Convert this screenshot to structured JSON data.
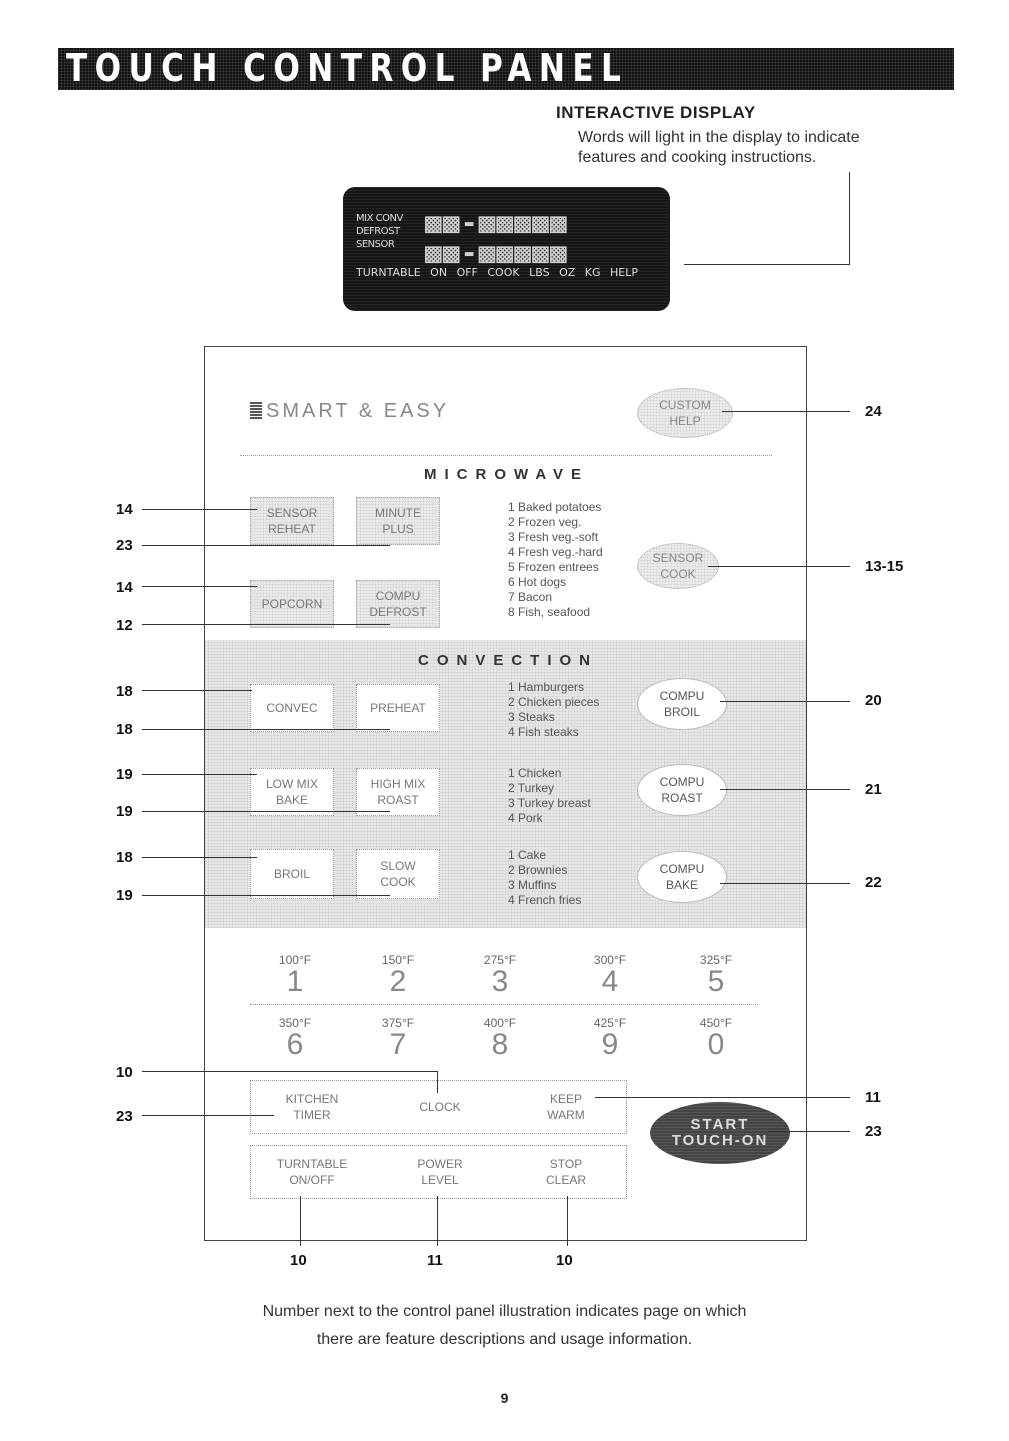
{
  "title": "TOUCH CONTROL PANEL",
  "display": {
    "heading": "INTERACTIVE DISPLAY",
    "desc_line1": "Words will light in the display to indicate",
    "desc_line2": "features and cooking instructions.",
    "left_words": [
      "MIX CONV",
      "DEFROST",
      "SENSOR"
    ],
    "digits_row1": "▩▩-▩▩▩▩▩",
    "digits_row2": "▩▩-▩▩▩▩▩",
    "bottom_words": [
      "TURNTABLE",
      "ON",
      "OFF",
      "COOK",
      "LBS",
      "OZ",
      "KG",
      "HELP"
    ]
  },
  "panel": {
    "brand": "SMART & EASY",
    "custom_help": [
      "CUSTOM",
      "HELP"
    ],
    "microwave_label": "MICROWAVE",
    "sensor_reheat": [
      "SENSOR",
      "REHEAT"
    ],
    "minute_plus": [
      "MINUTE",
      "PLUS"
    ],
    "popcorn": [
      "POPCORN"
    ],
    "compu_defrost": [
      "COMPU",
      "DEFROST"
    ],
    "sensor_cook": [
      "SENSOR",
      "COOK"
    ],
    "sensor_cook_list": [
      "1 Baked potatoes",
      "2 Frozen veg.",
      "3 Fresh veg.-soft",
      "4 Fresh veg.-hard",
      "5 Frozen entrees",
      "6 Hot dogs",
      "7 Bacon",
      "8 Fish, seafood"
    ],
    "convection_label": "CONVECTION",
    "convec": [
      "CONVEC"
    ],
    "preheat": [
      "PREHEAT"
    ],
    "low_mix_bake": [
      "LOW MIX",
      "BAKE"
    ],
    "high_mix_roast": [
      "HIGH MIX",
      "ROAST"
    ],
    "broil": [
      "BROIL"
    ],
    "slow_cook": [
      "SLOW",
      "COOK"
    ],
    "compu_broil": [
      "COMPU",
      "BROIL"
    ],
    "compu_roast": [
      "COMPU",
      "ROAST"
    ],
    "compu_bake": [
      "COMPU",
      "BAKE"
    ],
    "broil_list": [
      "1 Hamburgers",
      "2 Chicken pieces",
      "3 Steaks",
      "4 Fish steaks"
    ],
    "roast_list": [
      "1 Chicken",
      "2 Turkey",
      "3 Turkey breast",
      "4 Pork"
    ],
    "bake_list": [
      "1 Cake",
      "2 Brownies",
      "3 Muffins",
      "4 French fries"
    ],
    "temps_row1": [
      "100°F",
      "150°F",
      "275°F",
      "300°F",
      "325°F"
    ],
    "digits_row1": [
      "1",
      "2",
      "3",
      "4",
      "5"
    ],
    "temps_row2": [
      "350°F",
      "375°F",
      "400°F",
      "425°F",
      "450°F"
    ],
    "digits_row2": [
      "6",
      "7",
      "8",
      "9",
      "0"
    ],
    "kitchen_timer": [
      "KITCHEN",
      "TIMER"
    ],
    "clock": [
      "CLOCK"
    ],
    "keep_warm": [
      "KEEP",
      "WARM"
    ],
    "turntable": [
      "TURNTABLE",
      "ON/OFF"
    ],
    "power_level": [
      "POWER",
      "LEVEL"
    ],
    "stop_clear": [
      "STOP",
      "CLEAR"
    ],
    "start": [
      "START",
      "TOUCH-ON"
    ]
  },
  "callouts": {
    "c24": "24",
    "c13_15": "13-15",
    "c20": "20",
    "c21": "21",
    "c22": "22",
    "c11": "11",
    "c23r": "23",
    "l14a": "14",
    "l23a": "23",
    "l14b": "14",
    "l12": "12",
    "l18a": "18",
    "l18b": "18",
    "l19a": "19",
    "l19b": "19",
    "l18c": "18",
    "l19c": "19",
    "l10": "10",
    "l23b": "23",
    "b10a": "10",
    "b11": "11",
    "b10b": "10"
  },
  "footer": {
    "line1": "Number next to the control panel illustration indicates page on which",
    "line2": "there are feature descriptions and usage information."
  },
  "page_number": "9"
}
